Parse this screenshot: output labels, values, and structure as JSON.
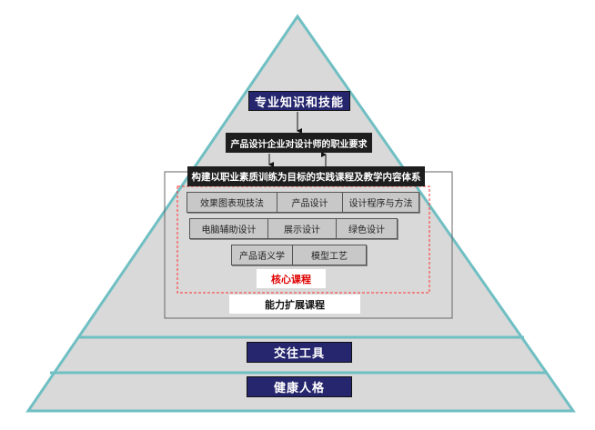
{
  "top_box": "专业知识和技能",
  "requirement_box": "产品设计企业对设计师的职业要求",
  "system_box": "构建以职业素质训练为目标的实践课程及教学内容体系",
  "core_rows": [
    [
      "效果图表现技法",
      "产品设计",
      "设计程序与方法"
    ],
    [
      "电脑辅助设计",
      "展示设计",
      "绿色设计"
    ],
    [
      "产品语义学",
      "模型工艺"
    ]
  ],
  "core_label": "核心课程",
  "extension_label": "能力扩展课程",
  "layer_communication": "交往工具",
  "layer_personality": "健康人格",
  "colors": {
    "pyramid_edge": "#6fbfc3",
    "pyramid_fill": "#d9d9d9",
    "navy": "#26266e",
    "core_label": "#e00000"
  }
}
